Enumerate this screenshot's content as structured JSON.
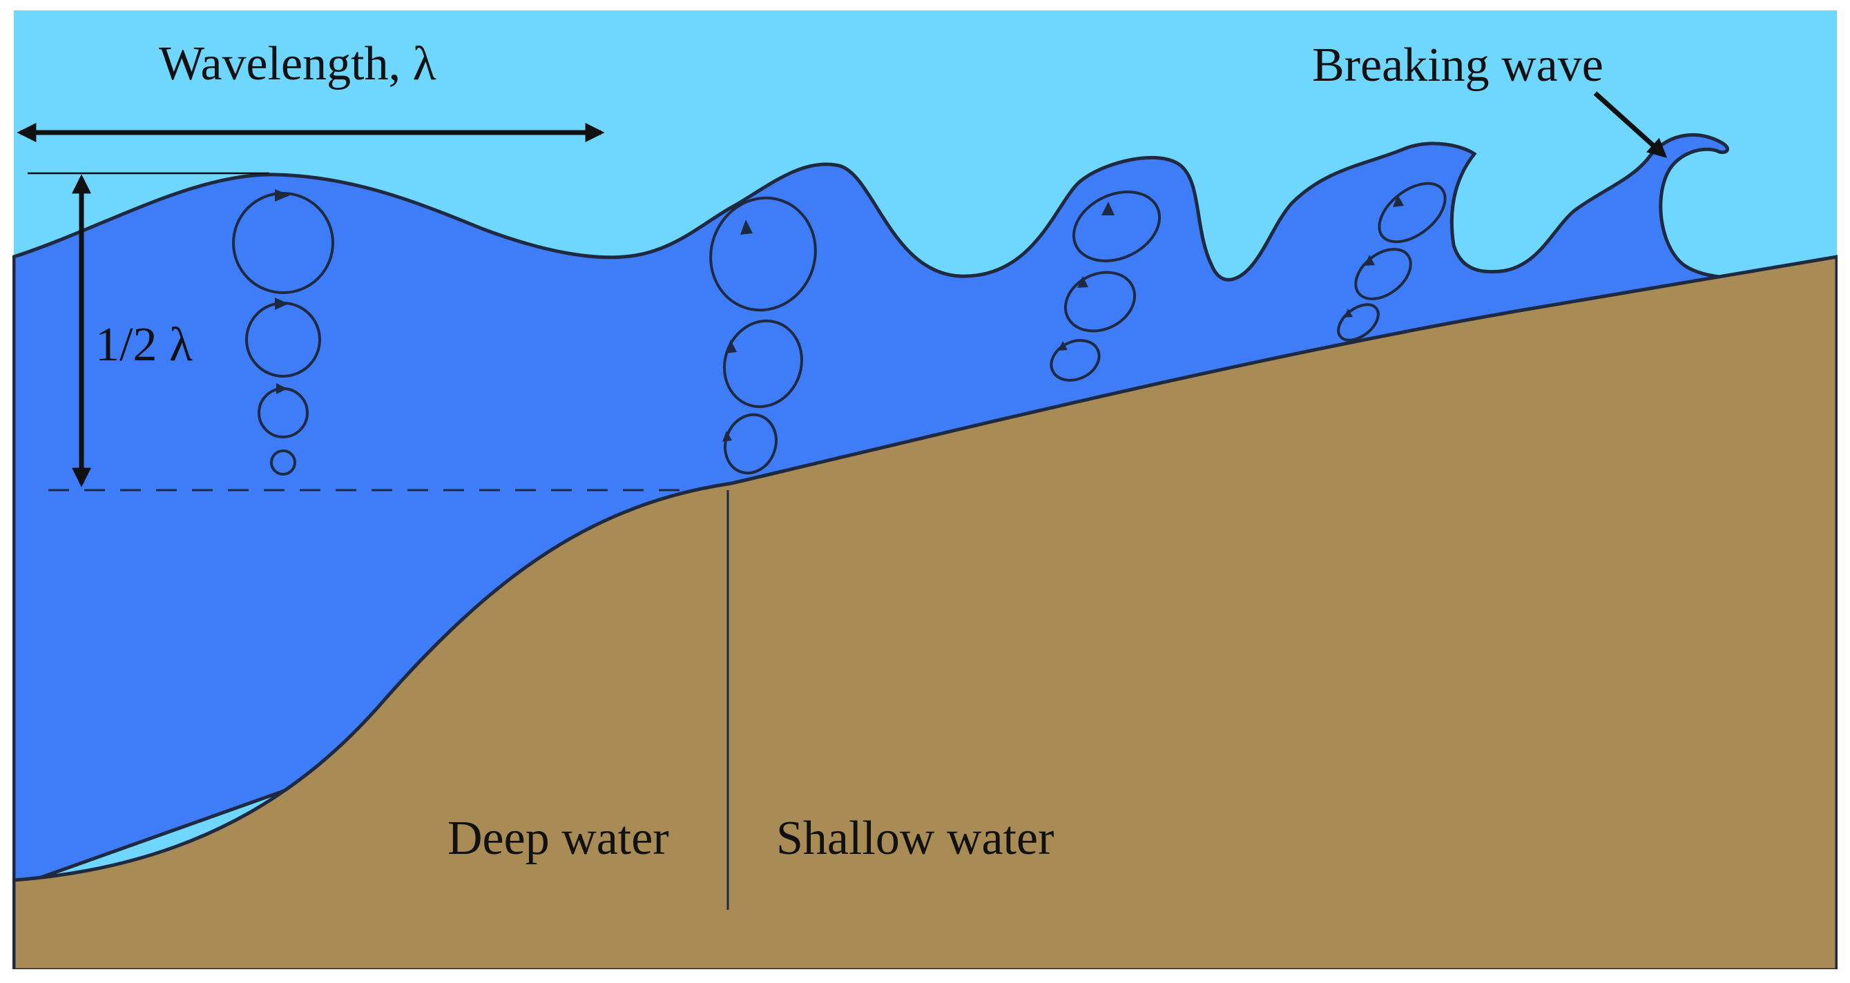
{
  "colors": {
    "sky": "#6fd6fd",
    "water": "#3f7df8",
    "seabed": "#a88b55",
    "outline": "#1f2a40",
    "ink": "#111111",
    "frame": "#ffffff"
  },
  "labels": {
    "wavelength": "Wavelength, λ",
    "half_wavelength": "1/2 λ",
    "breaking_wave": "Breaking wave",
    "deep_water": "Deep water",
    "shallow_water": "Shallow water"
  },
  "icons": {
    "orbit_direction": "clockwise-arrow-icon",
    "pointer": "arrow-pointer-icon"
  }
}
